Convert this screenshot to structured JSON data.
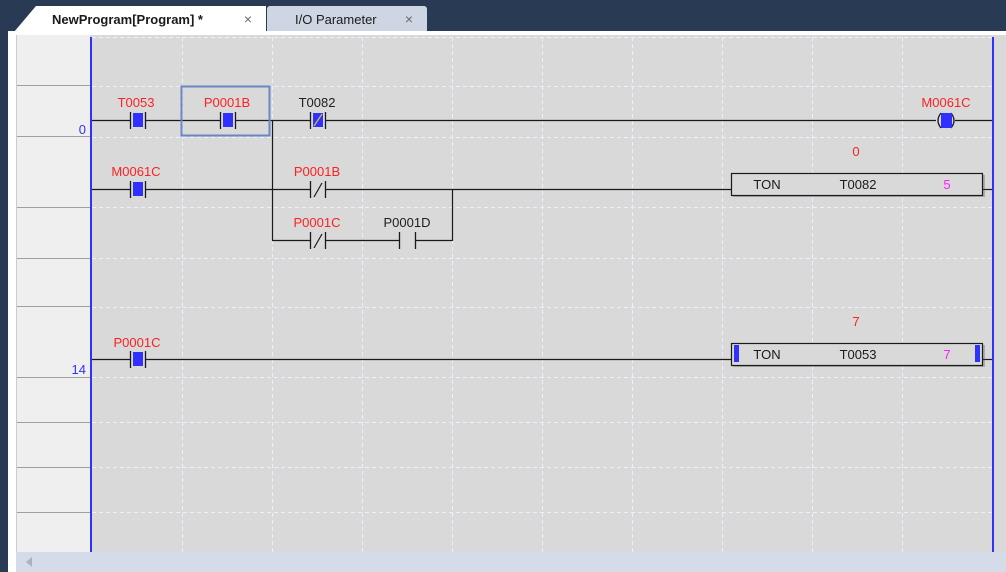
{
  "tabs": [
    {
      "label": "NewProgram[Program] *",
      "active": true,
      "close": "×"
    },
    {
      "label": "I/O Parameter",
      "active": false,
      "close": "×"
    }
  ],
  "colors": {
    "rail": "#3030ff",
    "active_contact": "#3030ff",
    "device_on": "#ff2020",
    "device_off": "#202020",
    "preset": "#ff20ff",
    "step": "#3030ff",
    "grid": "#eeeeff",
    "editor_bg": "#d9d9d9"
  },
  "ladder": {
    "rungs": [
      {
        "step": "0",
        "elements": [
          {
            "type": "contact_no",
            "device": "T0053",
            "state": "on"
          },
          {
            "type": "contact_no",
            "device": "P0001B",
            "state": "on",
            "selected": true
          },
          {
            "type": "contact_nc",
            "device": "T0082",
            "state": "off"
          },
          {
            "type": "coil",
            "device": "M0061C",
            "state": "on"
          },
          {
            "type": "contact_no",
            "device": "M0061C",
            "state": "on"
          },
          {
            "type": "contact_nc",
            "device": "P0001B",
            "state": "on"
          },
          {
            "type": "contact_nc",
            "device": "P0001C",
            "state": "on"
          },
          {
            "type": "contact_no",
            "device": "P0001D",
            "state": "off"
          },
          {
            "type": "timer",
            "instr": "TON",
            "device": "T0082",
            "preset": "5",
            "current": "0",
            "state": "off"
          }
        ]
      },
      {
        "step": "14",
        "elements": [
          {
            "type": "contact_no",
            "device": "P0001C",
            "state": "on"
          },
          {
            "type": "timer",
            "instr": "TON",
            "device": "T0053",
            "preset": "7",
            "current": "7",
            "state": "on"
          }
        ]
      }
    ]
  },
  "labels": {
    "step0": "0",
    "step14": "14",
    "r1_c1": "T0053",
    "r1_c2": "P0001B",
    "r1_c3": "T0082",
    "r1_coil": "M0061C",
    "r2_c1": "M0061C",
    "r2_c2": "P0001B",
    "r3_c1": "P0001C",
    "r3_c2": "P0001D",
    "t1_current": "0",
    "t1_instr": "TON",
    "t1_device": "T0082",
    "t1_preset": "5",
    "r4_c1": "P0001C",
    "t2_current": "7",
    "t2_instr": "TON",
    "t2_device": "T0053",
    "t2_preset": "7"
  }
}
